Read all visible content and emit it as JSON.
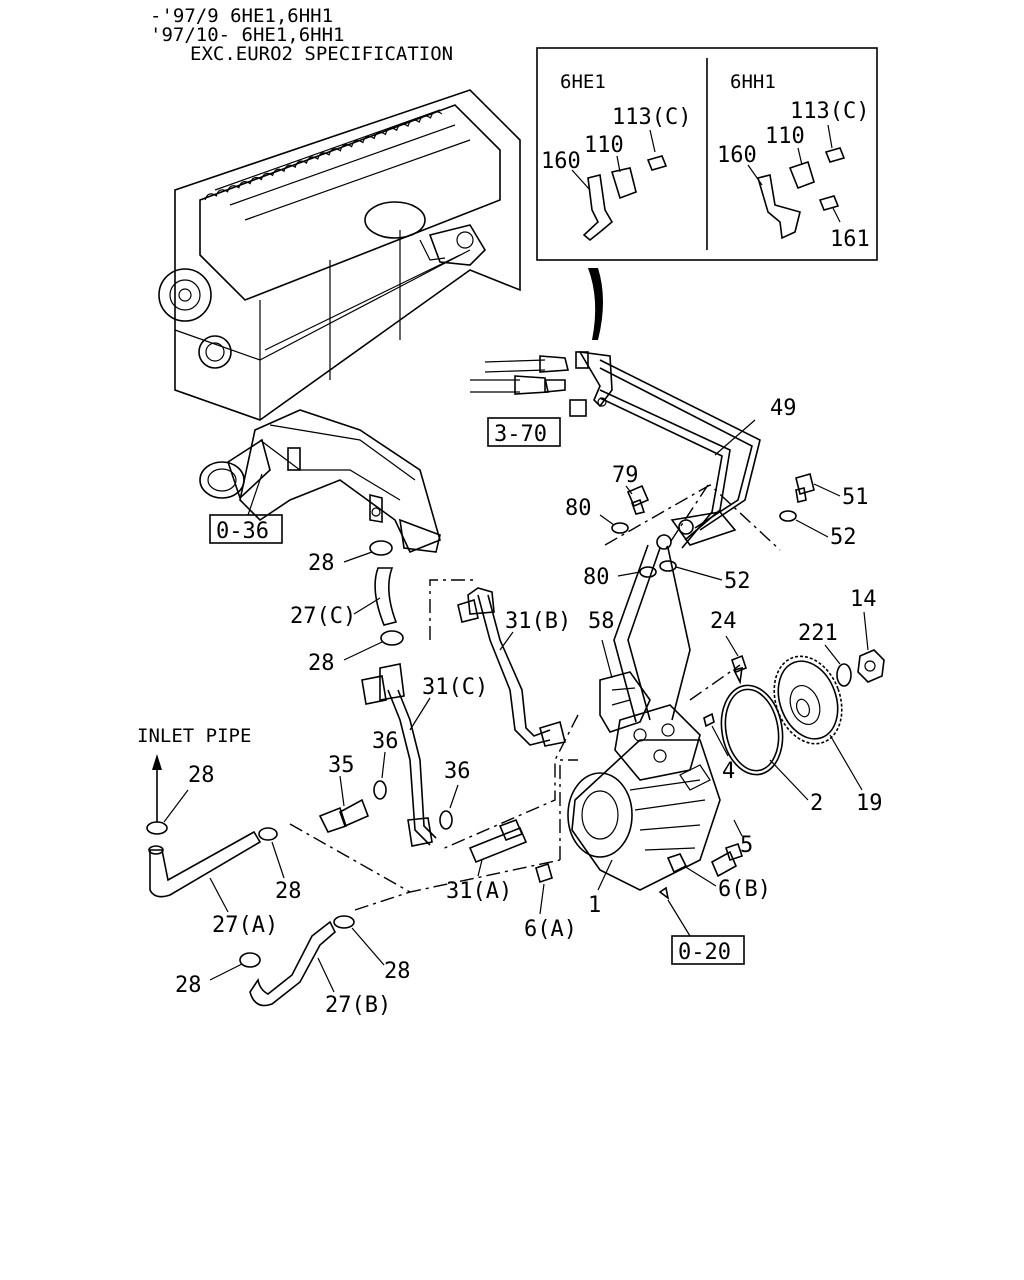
{
  "header": {
    "line1": "-'97/9 6HE1,6HH1",
    "line2": "'97/10- 6HE1,6HH1",
    "line3": "EXC.EURO2 SPECIFICATION"
  },
  "inset": {
    "left_title": "6HE1",
    "right_title": "6HH1",
    "left_labels": [
      "113(C)",
      "110",
      "160"
    ],
    "right_labels": [
      "113(C)",
      "110",
      "160",
      "161"
    ]
  },
  "refs": {
    "r370": "3-70",
    "r036": "0-36",
    "r020": "0-20"
  },
  "inlet_pipe": "INLET PIPE",
  "callouts": {
    "c49": "49",
    "c79": "79",
    "c80a": "80",
    "c80b": "80",
    "c51": "51",
    "c52a": "52",
    "c52b": "52",
    "c28a": "28",
    "c27c": "27(C)",
    "c28b": "28",
    "c31b": "31(B)",
    "c58": "58",
    "c24": "24",
    "c221": "221",
    "c14": "14",
    "c31c": "31(C)",
    "c36a": "36",
    "c35": "35",
    "c36b": "36",
    "c28c": "28",
    "c4": "4",
    "c2": "2",
    "c19": "19",
    "c5": "5",
    "c28d": "28",
    "c27a": "27(A)",
    "c31a": "31(A)",
    "c6a": "6(A)",
    "c1": "1",
    "c6b": "6(B)",
    "c28e": "28",
    "c28f": "28",
    "c27b": "27(B)"
  }
}
